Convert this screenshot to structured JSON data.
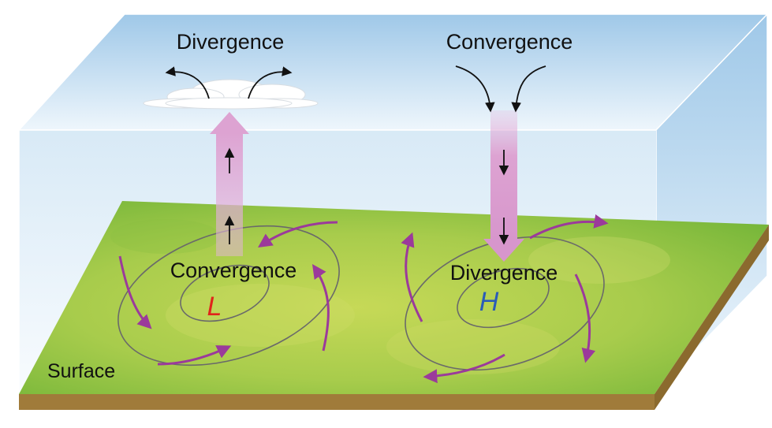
{
  "labels": {
    "upper_left": "Divergence",
    "upper_right": "Convergence",
    "surface_left": "Convergence",
    "surface_right": "Divergence",
    "low_symbol": "L",
    "high_symbol": "H",
    "surface": "Surface"
  },
  "colors": {
    "sky_top": "#a9cde8",
    "sky_bottom": "#eaf4fb",
    "ground_light": "#c3d64f",
    "ground_dark": "#6fb135",
    "soil": "#a07b3a",
    "flow_arrow": "#9b3a9b",
    "vertical_arrow": "#e0a8d6",
    "low": "#e0241b",
    "high": "#2a5cb8",
    "isobar": "#6a6a6a"
  }
}
